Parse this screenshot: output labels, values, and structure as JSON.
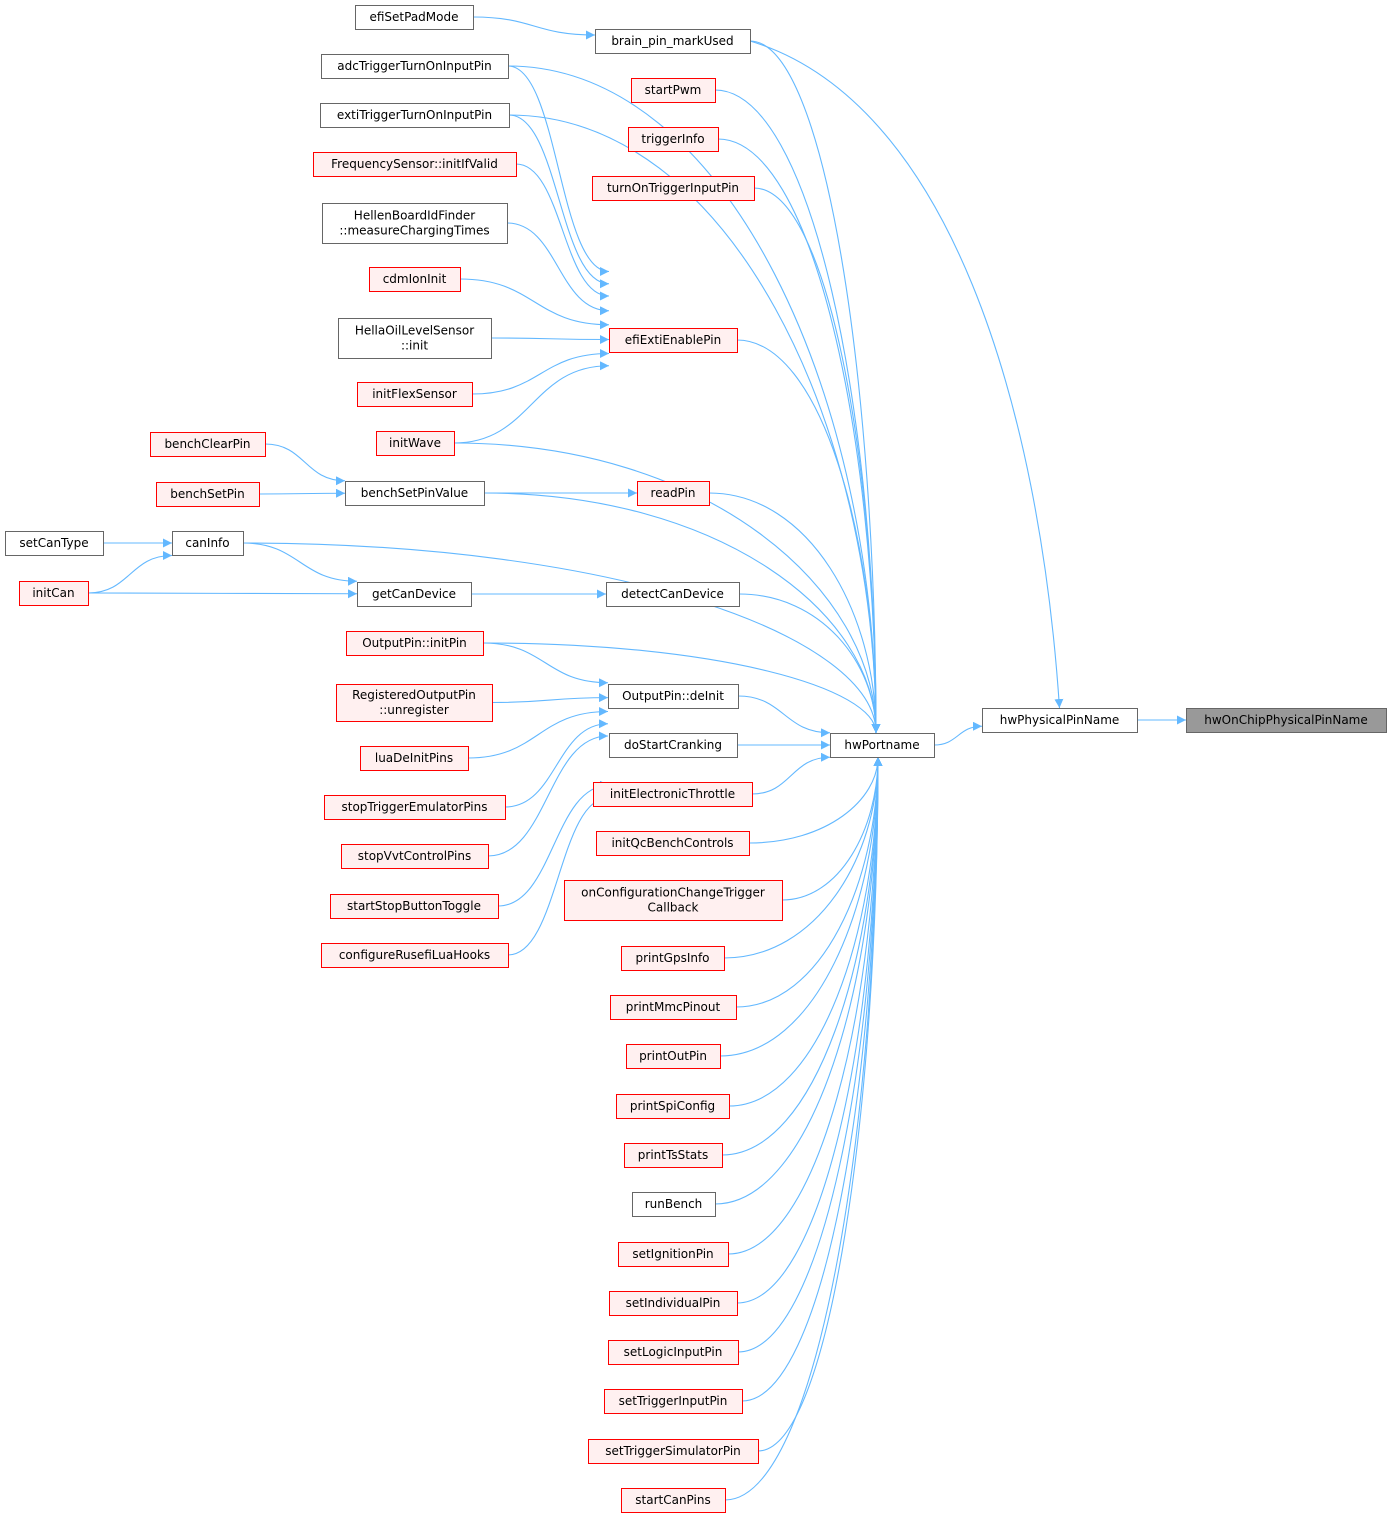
{
  "title": "hwOnChipPhysicalPinName caller graph",
  "colors": {
    "edge": "#63b8ff",
    "red_border": "#ff0000",
    "red_fill": "#fff0f0",
    "plain_border": "#666666",
    "plain_fill": "#ffffff",
    "focus_fill": "#999999"
  },
  "nodes": [
    {
      "id": "hwOnChipPhysicalPinName",
      "label": [
        "hwOnChipPhysicalPinName"
      ],
      "style": "focus"
    },
    {
      "id": "hwPhysicalPinName",
      "label": [
        "hwPhysicalPinName"
      ],
      "style": "plain"
    },
    {
      "id": "hwPortname",
      "label": [
        "hwPortname"
      ],
      "style": "plain"
    },
    {
      "id": "brain_pin_markUsed",
      "label": [
        "brain_pin_markUsed"
      ],
      "style": "plain"
    },
    {
      "id": "startPwm",
      "label": [
        "startPwm"
      ],
      "style": "red"
    },
    {
      "id": "triggerInfo",
      "label": [
        "triggerInfo"
      ],
      "style": "red"
    },
    {
      "id": "turnOnTriggerInputPin",
      "label": [
        "turnOnTriggerInputPin"
      ],
      "style": "red"
    },
    {
      "id": "efiExtiEnablePin",
      "label": [
        "efiExtiEnablePin"
      ],
      "style": "red"
    },
    {
      "id": "readPin",
      "label": [
        "readPin"
      ],
      "style": "red"
    },
    {
      "id": "detectCanDevice",
      "label": [
        "detectCanDevice"
      ],
      "style": "plain"
    },
    {
      "id": "OutputPin_deInit",
      "label": [
        "OutputPin::deInit"
      ],
      "style": "plain"
    },
    {
      "id": "doStartCranking",
      "label": [
        "doStartCranking"
      ],
      "style": "plain"
    },
    {
      "id": "initElectronicThrottle",
      "label": [
        "initElectronicThrottle"
      ],
      "style": "red"
    },
    {
      "id": "initQcBenchControls",
      "label": [
        "initQcBenchControls"
      ],
      "style": "red"
    },
    {
      "id": "onConfigurationChangeTriggerCallback",
      "label": [
        "onConfigurationChangeTrigger",
        "Callback"
      ],
      "style": "red"
    },
    {
      "id": "printGpsInfo",
      "label": [
        "printGpsInfo"
      ],
      "style": "red"
    },
    {
      "id": "printMmcPinout",
      "label": [
        "printMmcPinout"
      ],
      "style": "red"
    },
    {
      "id": "printOutPin",
      "label": [
        "printOutPin"
      ],
      "style": "red"
    },
    {
      "id": "printSpiConfig",
      "label": [
        "printSpiConfig"
      ],
      "style": "red"
    },
    {
      "id": "printTsStats",
      "label": [
        "printTsStats"
      ],
      "style": "red"
    },
    {
      "id": "runBench",
      "label": [
        "runBench"
      ],
      "style": "plain"
    },
    {
      "id": "setIgnitionPin",
      "label": [
        "setIgnitionPin"
      ],
      "style": "red"
    },
    {
      "id": "setIndividualPin",
      "label": [
        "setIndividualPin"
      ],
      "style": "red"
    },
    {
      "id": "setLogicInputPin",
      "label": [
        "setLogicInputPin"
      ],
      "style": "red"
    },
    {
      "id": "setTriggerInputPin",
      "label": [
        "setTriggerInputPin"
      ],
      "style": "red"
    },
    {
      "id": "setTriggerSimulatorPin",
      "label": [
        "setTriggerSimulatorPin"
      ],
      "style": "red"
    },
    {
      "id": "startCanPins",
      "label": [
        "startCanPins"
      ],
      "style": "red"
    },
    {
      "id": "efiSetPadMode",
      "label": [
        "efiSetPadMode"
      ],
      "style": "plain"
    },
    {
      "id": "adcTriggerTurnOnInputPin",
      "label": [
        "adcTriggerTurnOnInputPin"
      ],
      "style": "plain"
    },
    {
      "id": "extiTriggerTurnOnInputPin",
      "label": [
        "extiTriggerTurnOnInputPin"
      ],
      "style": "plain"
    },
    {
      "id": "FrequencySensor_initIfValid",
      "label": [
        "FrequencySensor::initIfValid"
      ],
      "style": "red"
    },
    {
      "id": "HellenBoardIdFinder",
      "label": [
        "HellenBoardIdFinder",
        "::measureChargingTimes"
      ],
      "style": "plain"
    },
    {
      "id": "cdmIonInit",
      "label": [
        "cdmIonInit"
      ],
      "style": "red"
    },
    {
      "id": "HellaOilLevelSensor",
      "label": [
        "HellaOilLevelSensor",
        "::init"
      ],
      "style": "plain"
    },
    {
      "id": "initFlexSensor",
      "label": [
        "initFlexSensor"
      ],
      "style": "red"
    },
    {
      "id": "initWave",
      "label": [
        "initWave"
      ],
      "style": "red"
    },
    {
      "id": "benchSetPinValue",
      "label": [
        "benchSetPinValue"
      ],
      "style": "plain"
    },
    {
      "id": "getCanDevice",
      "label": [
        "getCanDevice"
      ],
      "style": "plain"
    },
    {
      "id": "OutputPin_initPin",
      "label": [
        "OutputPin::initPin"
      ],
      "style": "red"
    },
    {
      "id": "RegisteredOutputPin",
      "label": [
        "RegisteredOutputPin",
        "::unregister"
      ],
      "style": "red"
    },
    {
      "id": "luaDeInitPins",
      "label": [
        "luaDeInitPins"
      ],
      "style": "red"
    },
    {
      "id": "stopTriggerEmulatorPins",
      "label": [
        "stopTriggerEmulatorPins"
      ],
      "style": "red"
    },
    {
      "id": "stopVvtControlPins",
      "label": [
        "stopVvtControlPins"
      ],
      "style": "red"
    },
    {
      "id": "startStopButtonToggle",
      "label": [
        "startStopButtonToggle"
      ],
      "style": "red"
    },
    {
      "id": "configureRusefiLuaHooks",
      "label": [
        "configureRusefiLuaHooks"
      ],
      "style": "red"
    },
    {
      "id": "benchClearPin",
      "label": [
        "benchClearPin"
      ],
      "style": "red"
    },
    {
      "id": "benchSetPin",
      "label": [
        "benchSetPin"
      ],
      "style": "red"
    },
    {
      "id": "canInfo",
      "label": [
        "canInfo"
      ],
      "style": "plain"
    },
    {
      "id": "setCanType",
      "label": [
        "setCanType"
      ],
      "style": "plain"
    },
    {
      "id": "initCan",
      "label": [
        "initCan"
      ],
      "style": "red"
    }
  ],
  "edges": [
    [
      "hwPhysicalPinName",
      "hwOnChipPhysicalPinName"
    ],
    [
      "hwPortname",
      "hwPhysicalPinName"
    ],
    [
      "brain_pin_markUsed",
      "hwPhysicalPinName"
    ],
    [
      "brain_pin_markUsed",
      "hwPortname"
    ],
    [
      "startPwm",
      "hwPortname"
    ],
    [
      "triggerInfo",
      "hwPortname"
    ],
    [
      "turnOnTriggerInputPin",
      "hwPortname"
    ],
    [
      "efiExtiEnablePin",
      "hwPortname"
    ],
    [
      "readPin",
      "hwPortname"
    ],
    [
      "detectCanDevice",
      "hwPortname"
    ],
    [
      "OutputPin_deInit",
      "hwPortname"
    ],
    [
      "doStartCranking",
      "hwPortname"
    ],
    [
      "initElectronicThrottle",
      "hwPortname"
    ],
    [
      "initQcBenchControls",
      "hwPortname"
    ],
    [
      "onConfigurationChangeTriggerCallback",
      "hwPortname"
    ],
    [
      "printGpsInfo",
      "hwPortname"
    ],
    [
      "printMmcPinout",
      "hwPortname"
    ],
    [
      "printOutPin",
      "hwPortname"
    ],
    [
      "printSpiConfig",
      "hwPortname"
    ],
    [
      "printTsStats",
      "hwPortname"
    ],
    [
      "runBench",
      "hwPortname"
    ],
    [
      "setIgnitionPin",
      "hwPortname"
    ],
    [
      "setIndividualPin",
      "hwPortname"
    ],
    [
      "setLogicInputPin",
      "hwPortname"
    ],
    [
      "setTriggerInputPin",
      "hwPortname"
    ],
    [
      "setTriggerSimulatorPin",
      "hwPortname"
    ],
    [
      "startCanPins",
      "hwPortname"
    ],
    [
      "efiSetPadMode",
      "brain_pin_markUsed"
    ],
    [
      "adcTriggerTurnOnInputPin",
      "hwPortname"
    ],
    [
      "adcTriggerTurnOnInputPin",
      "efiExtiEnablePin"
    ],
    [
      "extiTriggerTurnOnInputPin",
      "hwPortname"
    ],
    [
      "extiTriggerTurnOnInputPin",
      "efiExtiEnablePin"
    ],
    [
      "FrequencySensor_initIfValid",
      "efiExtiEnablePin"
    ],
    [
      "HellenBoardIdFinder",
      "efiExtiEnablePin"
    ],
    [
      "cdmIonInit",
      "efiExtiEnablePin"
    ],
    [
      "HellaOilLevelSensor",
      "efiExtiEnablePin"
    ],
    [
      "initFlexSensor",
      "efiExtiEnablePin"
    ],
    [
      "initWave",
      "efiExtiEnablePin"
    ],
    [
      "initWave",
      "hwPortname"
    ],
    [
      "benchClearPin",
      "benchSetPinValue"
    ],
    [
      "benchSetPin",
      "benchSetPinValue"
    ],
    [
      "benchSetPinValue",
      "readPin"
    ],
    [
      "benchSetPinValue",
      "hwPortname"
    ],
    [
      "setCanType",
      "canInfo"
    ],
    [
      "initCan",
      "canInfo"
    ],
    [
      "canInfo",
      "hwPortname"
    ],
    [
      "canInfo",
      "getCanDevice"
    ],
    [
      "initCan",
      "getCanDevice"
    ],
    [
      "getCanDevice",
      "detectCanDevice"
    ],
    [
      "OutputPin_initPin",
      "hwPortname"
    ],
    [
      "OutputPin_initPin",
      "OutputPin_deInit"
    ],
    [
      "RegisteredOutputPin",
      "OutputPin_deInit"
    ],
    [
      "luaDeInitPins",
      "OutputPin_deInit"
    ],
    [
      "stopTriggerEmulatorPins",
      "OutputPin_deInit"
    ],
    [
      "stopVvtControlPins",
      "OutputPin_deInit"
    ],
    [
      "startStopButtonToggle",
      "doStartCranking"
    ],
    [
      "configureRusefiLuaHooks",
      "doStartCranking"
    ]
  ]
}
